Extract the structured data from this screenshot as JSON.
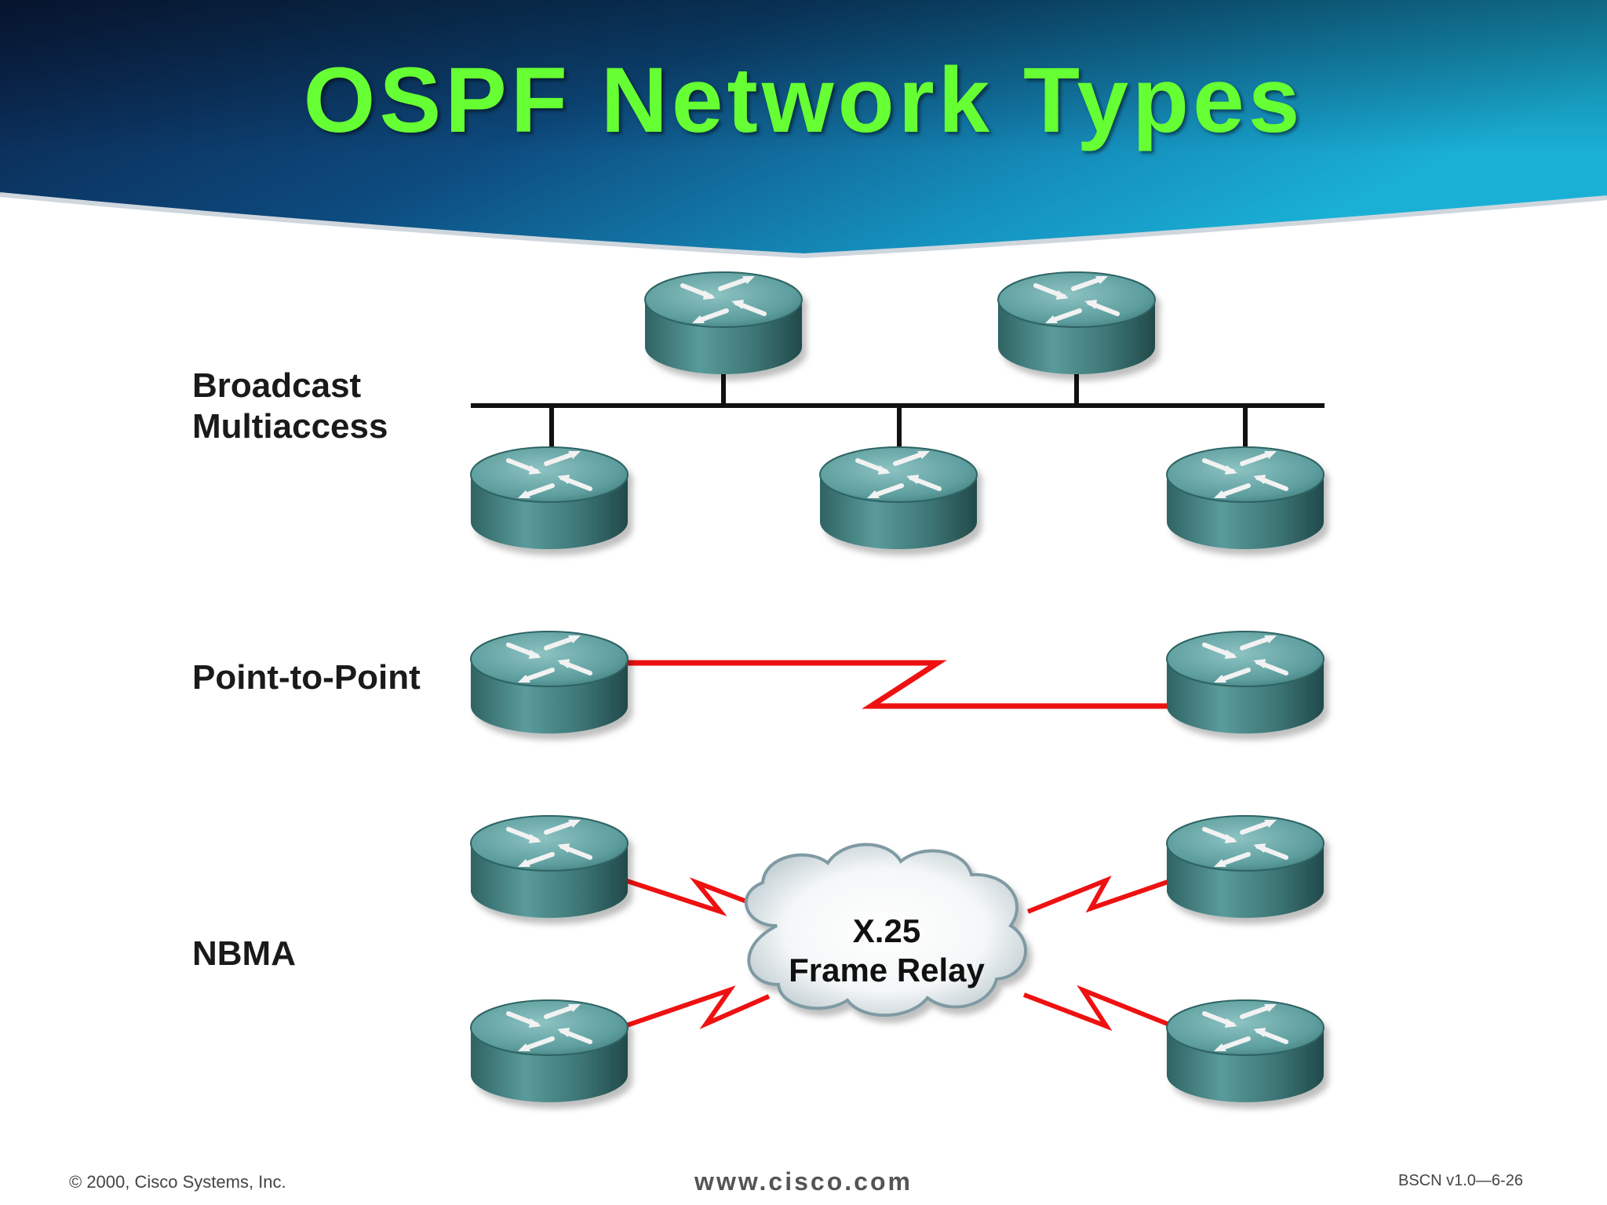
{
  "slide": {
    "title": "OSPF Network Types",
    "labels": {
      "broadcast_line1": "Broadcast",
      "broadcast_line2": "Multiaccess",
      "point_to_point": "Point-to-Point",
      "nbma": "NBMA"
    },
    "cloud": {
      "line1": "X.25",
      "line2": "Frame Relay"
    },
    "footer": {
      "copyright": "© 2000, Cisco Systems, Inc.",
      "url": "www.cisco.com",
      "slide_id": "BSCN v1.0—6-26"
    }
  },
  "colors": {
    "title_green": "#66ff33",
    "header_blue_dark": "#0b2d5a",
    "header_blue_light": "#1aa0c8",
    "serial_link_red": "#ee1111",
    "router_teal": "#4f8e8e"
  },
  "icons": {
    "router": "router-icon",
    "cloud": "cloud-icon"
  }
}
